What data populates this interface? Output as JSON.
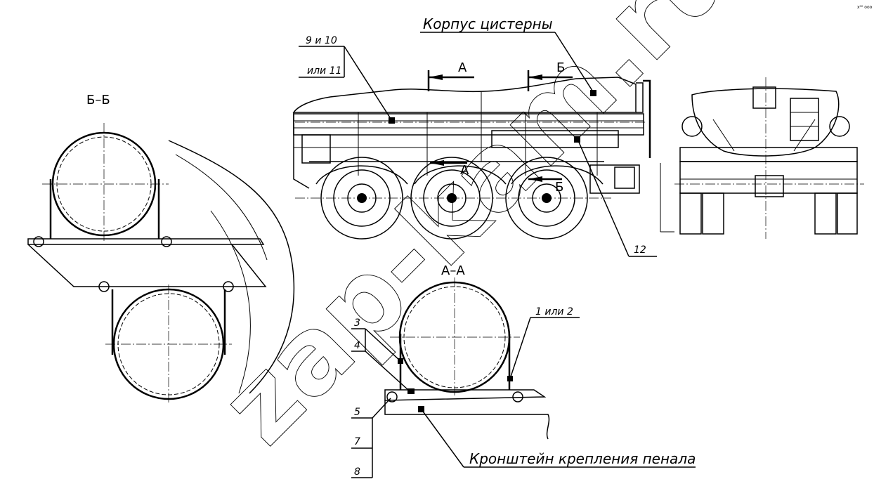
{
  "labels": {
    "tank_body": "Корпус цистерны",
    "part_9_10": "9 и 10",
    "part_or_11": "или 11",
    "part_12": "12",
    "part_1_or_2": "1 или 2",
    "part_3": "3",
    "part_4": "4",
    "part_5": "5",
    "part_7": "7",
    "part_8": "8",
    "bracket": "Кронштейн крепления пенала"
  },
  "sections": {
    "a_marker": "А",
    "b_marker": "Б",
    "a_under": "А",
    "b_under": "Б",
    "section_aa": "А–А",
    "section_bb": "Б–Б"
  },
  "corner_note": "x⁰⁰ ooo",
  "watermark": "zap-kam.ru"
}
